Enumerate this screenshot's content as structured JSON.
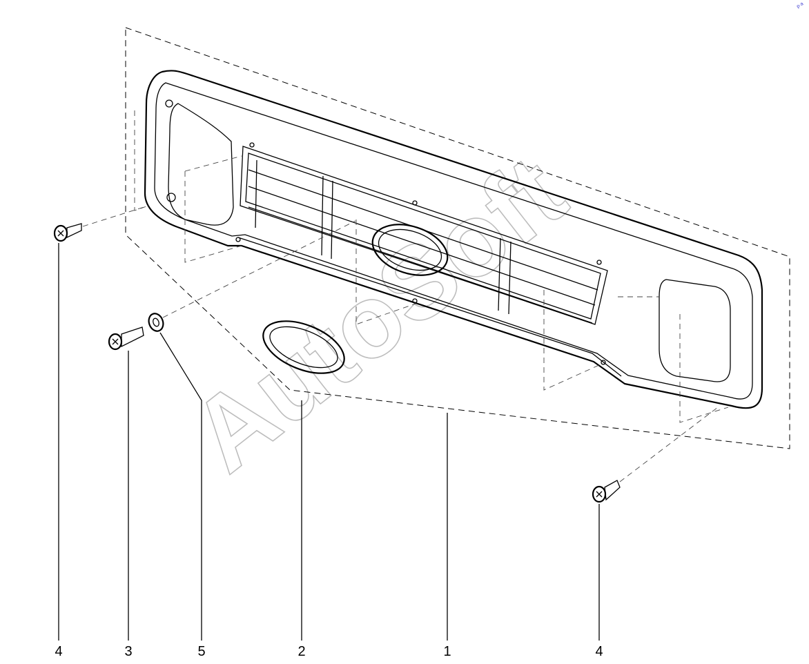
{
  "diagram": {
    "callouts": [
      {
        "id": "4-left",
        "label": "4"
      },
      {
        "id": "3",
        "label": "3"
      },
      {
        "id": "5",
        "label": "5"
      },
      {
        "id": "2",
        "label": "2"
      },
      {
        "id": "1",
        "label": "1"
      },
      {
        "id": "4-right",
        "label": "4"
      }
    ],
    "watermark": "AutoSoft",
    "corner_mark": "p·a"
  },
  "colors": {
    "line": "#000000",
    "watermark": "#bdbdbd",
    "corner_mark": "#3a3ad0"
  }
}
